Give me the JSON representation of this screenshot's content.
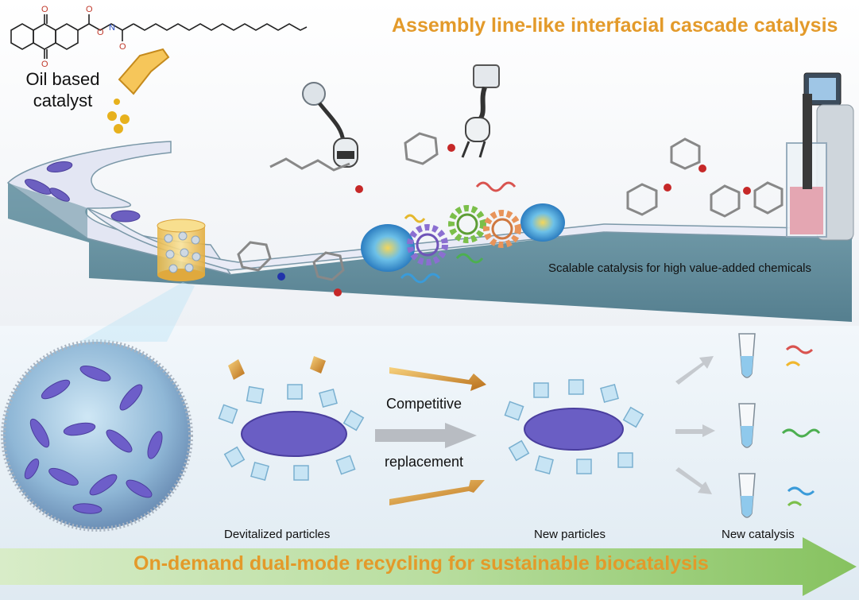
{
  "titles": {
    "top": "Assembly line-like interfacial cascade catalysis",
    "bottom": "On-demand dual-mode recycling for sustainable biocatalysis"
  },
  "labels": {
    "oil_line1": "Oil based",
    "oil_line2": "catalyst",
    "scalable": "Scalable catalysis for high value-added chemicals",
    "competitive": "Competitive",
    "replacement": "replacement",
    "devitalized": "Devitalized particles",
    "new_particles": "New particles",
    "new_catalysis": "New catalysis"
  },
  "colors": {
    "title_orange": "#e39a2a",
    "belt_side": "#5f8c9c",
    "belt_top": "#e6e8f4",
    "bacteria": "#6c5fc0",
    "bottom_arrow": "#8ec96a",
    "gear_purple": "#8b6fd1",
    "gear_green": "#7bbf4a",
    "gear_orange": "#e8945a",
    "particle_blue": "#9fcde8"
  },
  "icons": [
    "anthraquinone-structure-icon",
    "oil-flask-icon",
    "conveyor-belt-icon",
    "bacteria-icon",
    "catalyst-cylinder-icon",
    "robot-arm-icon",
    "molecule-icon",
    "cell-icon",
    "gear-icon",
    "protein-icon",
    "reactor-icon",
    "pickering-sphere-icon",
    "tube-icon",
    "arrow-icon"
  ]
}
